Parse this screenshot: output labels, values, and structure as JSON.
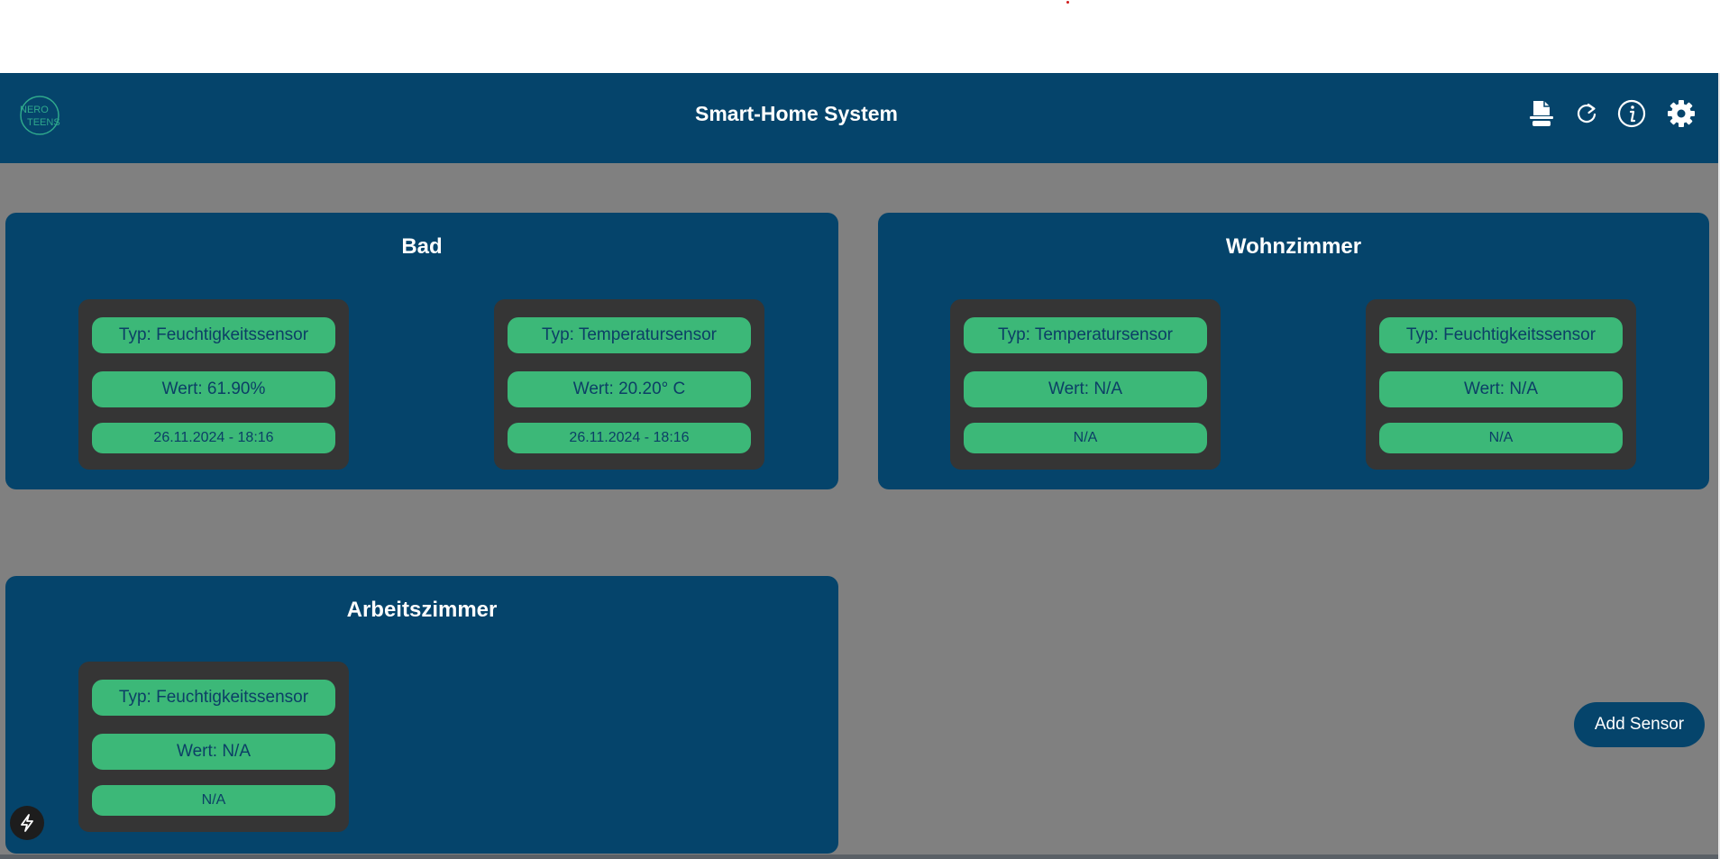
{
  "header": {
    "title": "Smart-Home System",
    "logo_text_top": "NERO",
    "logo_text_bottom": "TEENS",
    "icons": [
      "document-scanner-icon",
      "refresh-icon",
      "info-icon",
      "gear-icon"
    ]
  },
  "rooms": [
    {
      "name": "Bad",
      "sensors": [
        {
          "type": "Typ: Feuchtigkeitssensor",
          "value": "Wert: 61.90%",
          "timestamp": "26.11.2024 - 18:16"
        },
        {
          "type": "Typ: Temperatursensor",
          "value": "Wert: 20.20° C",
          "timestamp": "26.11.2024 - 18:16"
        }
      ]
    },
    {
      "name": "Wohnzimmer",
      "sensors": [
        {
          "type": "Typ: Temperatursensor",
          "value": "Wert: N/A",
          "timestamp": "N/A"
        },
        {
          "type": "Typ: Feuchtigkeitssensor",
          "value": "Wert: N/A",
          "timestamp": "N/A"
        }
      ]
    },
    {
      "name": "Arbeitszimmer",
      "sensors": [
        {
          "type": "Typ: Feuchtigkeitssensor",
          "value": "Wert: N/A",
          "timestamp": "N/A"
        }
      ]
    }
  ],
  "add_sensor_label": "Add Sensor",
  "colors": {
    "primary": "#05446b",
    "card": "#353535",
    "pill": "#3cb878",
    "pill_text": "#0c3f66",
    "background": "#808080"
  }
}
